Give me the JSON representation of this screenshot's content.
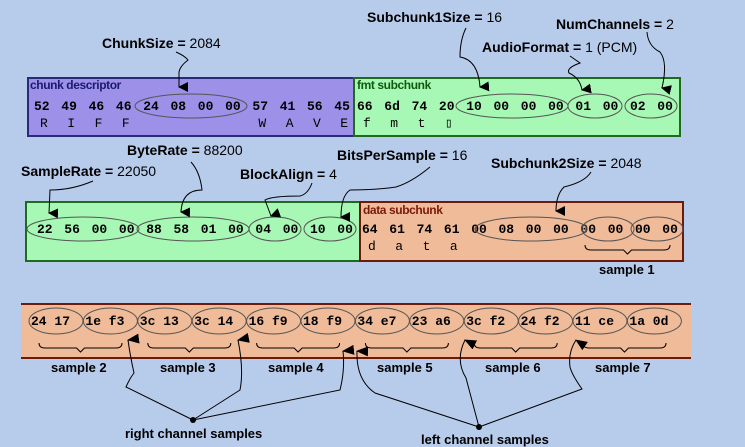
{
  "row1": {
    "chunk_descriptor": {
      "title": "chunk descriptor",
      "bytes": [
        "52",
        "49",
        "46",
        "46",
        "24",
        "08",
        "00",
        "00",
        "57",
        "41",
        "56",
        "45"
      ],
      "ascii": [
        "R",
        "I",
        "F",
        "F",
        "",
        "",
        "",
        "",
        "W",
        "A",
        "V",
        "E"
      ]
    },
    "fmt_subchunk": {
      "title": "fmt subchunk",
      "bytes": [
        "66",
        "6d",
        "74",
        "20",
        "10",
        "00",
        "00",
        "00",
        "01",
        "00",
        "02",
        "00"
      ],
      "ascii": [
        "f",
        "m",
        "t",
        "▯"
      ]
    },
    "labels": {
      "chunk_size": {
        "name": "ChunkSize",
        "eq": " = ",
        "value": "2084"
      },
      "subchunk1_size": {
        "name": "Subchunk1Size",
        "eq": " = ",
        "value": "16"
      },
      "audio_format": {
        "name": "AudioFormat",
        "eq": " = ",
        "value": "1 (PCM)"
      },
      "num_channels": {
        "name": "NumChannels",
        "eq": " = ",
        "value": "2"
      }
    }
  },
  "row2": {
    "fmt_continued": {
      "bytes": [
        "22",
        "56",
        "00",
        "00",
        "88",
        "58",
        "01",
        "00",
        "04",
        "00",
        "10",
        "00"
      ]
    },
    "data_subchunk": {
      "title": "data subchunk",
      "bytes": [
        "64",
        "61",
        "74",
        "61",
        "00",
        "08",
        "00",
        "00",
        "00",
        "00",
        "00",
        "00"
      ],
      "ascii": [
        "d",
        "a",
        "t",
        "a"
      ]
    },
    "labels": {
      "sample_rate": {
        "name": "SampleRate",
        "eq": " = ",
        "value": "22050"
      },
      "byte_rate": {
        "name": "ByteRate",
        "eq": " = ",
        "value": "88200"
      },
      "block_align": {
        "name": "BlockAlign",
        "eq": " = ",
        "value": "4"
      },
      "bits_per_sample": {
        "name": "BitsPerSample",
        "eq": " = ",
        "value": "16"
      },
      "subchunk2_size": {
        "name": "Subchunk2Size",
        "eq": " = ",
        "value": "2048"
      }
    },
    "sample1_label": "sample 1"
  },
  "row3": {
    "pairs": [
      "24 17",
      "1e f3",
      "3c 13",
      "3c 14",
      "16 f9",
      "18 f9",
      "34 e7",
      "23 a6",
      "3c f2",
      "24 f2",
      "11 ce",
      "1a 0d"
    ],
    "sample_labels": [
      "sample 2",
      "sample 3",
      "sample 4",
      "sample 5",
      "sample 6",
      "sample 7"
    ],
    "right_channel_label": "right channel samples",
    "left_channel_label": "left channel samples"
  },
  "colors": {
    "background": "#b7cbeb",
    "chunk_descriptor": "#9c90e9",
    "fmt": "#a8f8b5",
    "data": "#efbb99",
    "chunk_title": "#1a1a70",
    "fmt_title": "#0f5a0f",
    "data_title": "#7a1a08"
  }
}
